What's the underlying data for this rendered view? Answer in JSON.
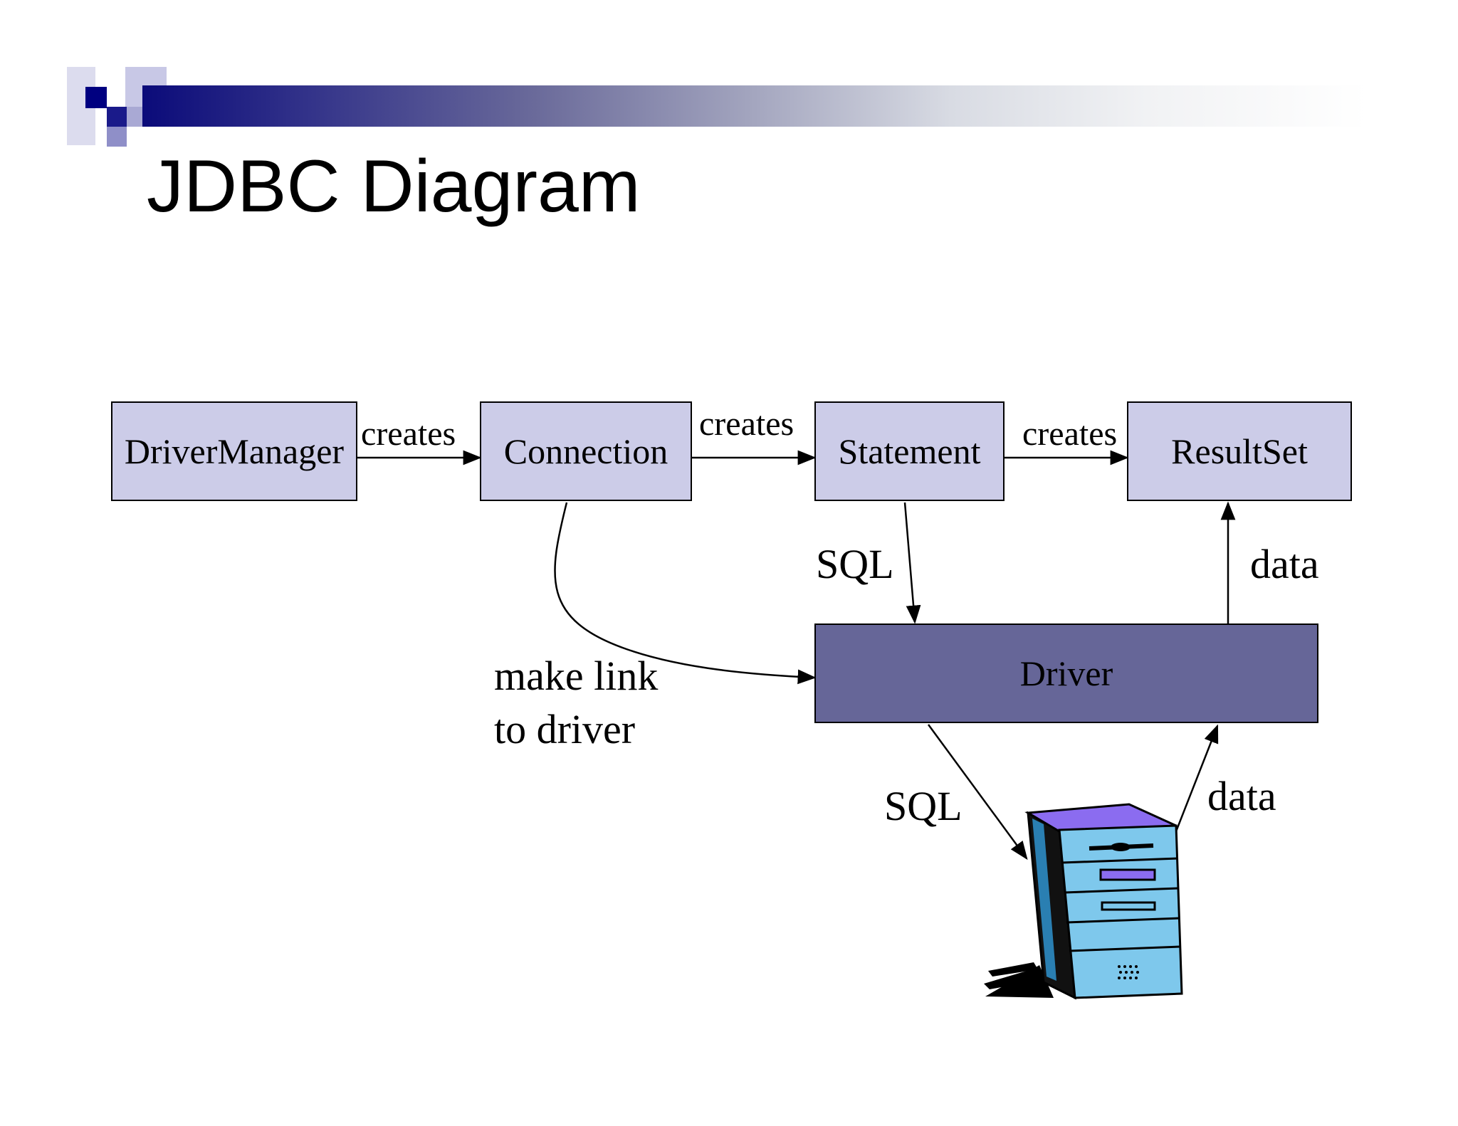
{
  "slide": {
    "title": "JDBC Diagram"
  },
  "diagram": {
    "nodes": {
      "driver_manager": "DriverManager",
      "connection": "Connection",
      "statement": "Statement",
      "result_set": "ResultSet",
      "driver": "Driver"
    },
    "edges": {
      "dm_to_connection": "creates",
      "connection_to_statement": "creates",
      "statement_to_resultset": "creates",
      "statement_to_driver": "SQL",
      "driver_to_resultset": "data",
      "connection_to_driver_line1": "make link",
      "connection_to_driver_line2": "to driver",
      "driver_to_database": "SQL",
      "database_to_driver": "data"
    }
  },
  "colors": {
    "box_fill": "#cccce8",
    "driver_fill": "#666698",
    "banner_start": "#0b0b7a",
    "server_top": "#8b6cf0",
    "server_front": "#7ec8ec"
  },
  "icons": {
    "logo": "checker-squares-icon",
    "database": "server-tower-icon"
  }
}
